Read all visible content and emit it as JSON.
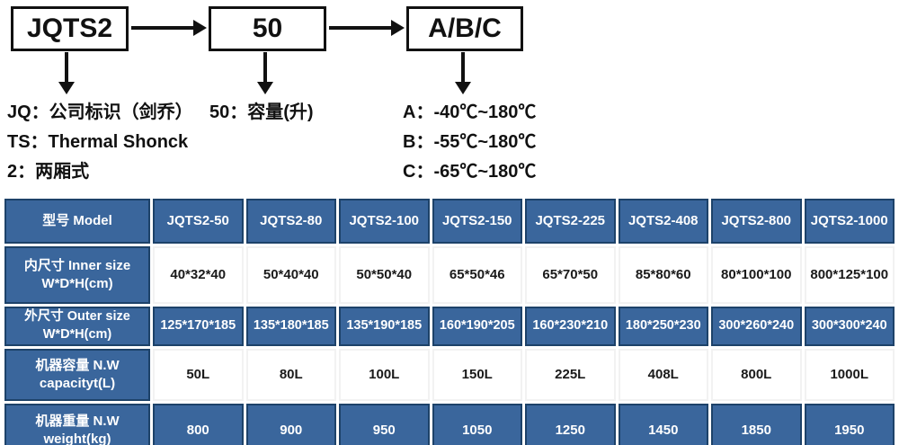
{
  "diagram": {
    "boxes": [
      {
        "label": "JQTS2"
      },
      {
        "label": "50"
      },
      {
        "label": "A/B/C"
      }
    ],
    "notes_left": [
      "JQ：公司标识（剑乔）",
      "TS：Thermal Shonck",
      "2：两厢式"
    ],
    "notes_mid": [
      "50：容量(升)"
    ],
    "notes_right": [
      "A：-40℃~180℃",
      "B：-55℃~180℃",
      "C：-65℃~180℃"
    ],
    "arrow_color": "#111111"
  },
  "table": {
    "header_label": "型号 Model",
    "models": [
      "JQTS2-50",
      "JQTS2-80",
      "JQTS2-100",
      "JQTS2-150",
      "JQTS2-225",
      "JQTS2-408",
      "JQTS2-800",
      "JQTS2-1000"
    ],
    "rows": [
      {
        "label_zh": "内尺寸 Inner size",
        "label_en": "W*D*H(cm)",
        "values": [
          "40*32*40",
          "50*40*40",
          "50*50*40",
          "65*50*46",
          "65*70*50",
          "85*80*60",
          "80*100*100",
          "800*125*100"
        ]
      },
      {
        "label_zh": "外尺寸 Outer size",
        "label_en": "W*D*H(cm)",
        "values": [
          "125*170*185",
          "135*180*185",
          "135*190*185",
          "160*190*205",
          "160*230*210",
          "180*250*230",
          "300*260*240",
          "300*300*240"
        ]
      },
      {
        "label_zh": "机器容量 N.W",
        "label_en": "capacityt(L)",
        "values": [
          "50L",
          "80L",
          "100L",
          "150L",
          "225L",
          "408L",
          "800L",
          "1000L"
        ]
      },
      {
        "label_zh": "机器重量 N.W",
        "label_en": "weight(kg)",
        "values": [
          "800",
          "900",
          "950",
          "1050",
          "1250",
          "1450",
          "1850",
          "1950"
        ]
      }
    ],
    "colors": {
      "cell_blue": "#3a669c",
      "cell_border_blue": "#1d4269",
      "text_on_blue": "#ffffff",
      "text_dark": "#1a1a1a"
    }
  }
}
